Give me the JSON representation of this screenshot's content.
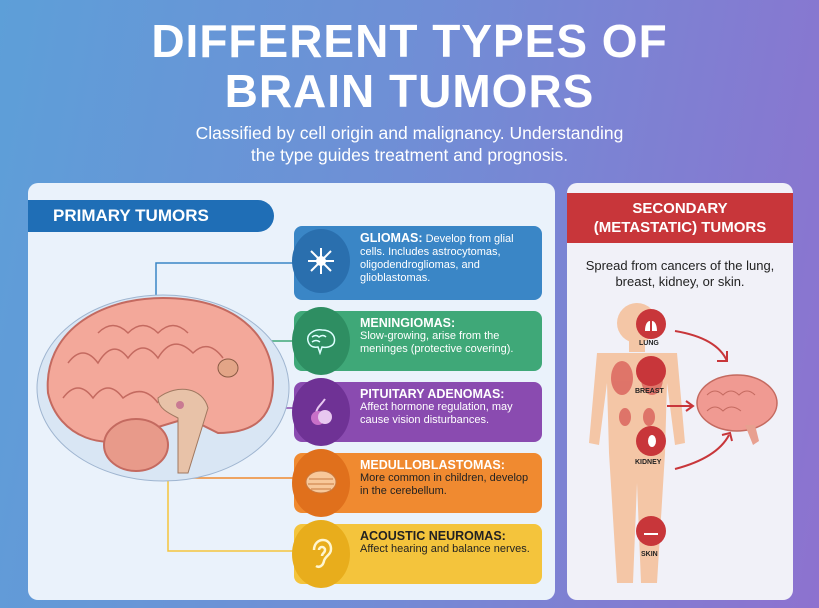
{
  "title": {
    "line1": "DIFFERENT TYPES OF",
    "line2": "BRAIN TUMORS"
  },
  "subtitle": {
    "line1": "Classified by cell origin and malignancy. Understanding",
    "line2": "the type guides treatment and prognosis."
  },
  "primary": {
    "heading": "PRIMARY TUMORS",
    "types": [
      {
        "name": "GLIOMAS:",
        "desc": "Develop from glial cells. Includes astrocytomas, oligodendrogliomas, and glioblastomas.",
        "color": "#3a86c6",
        "icon": "neuron-icon"
      },
      {
        "name": "MENINGIOMAS:",
        "desc": "Slow-growing, arise from the meninges (protective covering).",
        "color": "#3fa878",
        "icon": "brain-outline-icon"
      },
      {
        "name": "PITUITARY ADENOMAS:",
        "desc": "Affect hormone regulation, may cause vision disturbances.",
        "color": "#8a4bb0",
        "icon": "pituitary-icon"
      },
      {
        "name": "MEDULLOBLASTOMAS:",
        "desc": "More common in children, develop in the cerebellum.",
        "color": "#f08a30",
        "icon": "cerebellum-icon"
      },
      {
        "name": "ACOUSTIC NEUROMAS:",
        "desc": "Affect hearing and balance nerves.",
        "color": "#f4c43c",
        "icon": "ear-icon"
      }
    ]
  },
  "secondary": {
    "heading_line1": "SECONDARY",
    "heading_line2": "(METASTATIC) TUMORS",
    "desc": "Spread from cancers of the lung, breast, kidney, or skin.",
    "organs": [
      "LUNG",
      "BREAST",
      "KIDNEY",
      "SKIN"
    ]
  }
}
